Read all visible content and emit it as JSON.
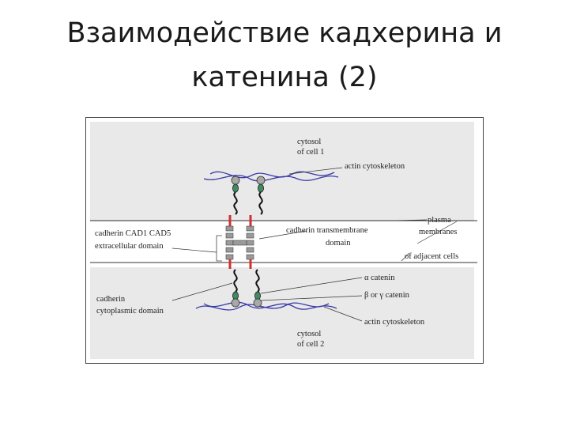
{
  "slide": {
    "title_line1": "Взаимодействие кадхерина и",
    "title_line2": "катенина (2)"
  },
  "figure": {
    "labels": {
      "cytosol_cell1_a": "cytosol",
      "cytosol_cell1_b": "of cell 1",
      "actin_top": "actin cytoskeleton",
      "cadherin_domains": "cadherin CAD1  CAD5",
      "extracellular": "extracellular domain",
      "transmembrane_a": "cadherin transmembrane",
      "transmembrane_b": "domain",
      "plasma_a": "plasma",
      "plasma_b": "membranes",
      "plasma_c": "of adjacent cells",
      "alpha_catenin": "α catenin",
      "beta_catenin": "β or γ catenin",
      "actin_bottom": "actin cytoskeleton",
      "cyto_domain_a": "cadherin",
      "cyto_domain_b": "cytoplasmic domain",
      "cytosol_cell2_a": "cytosol",
      "cytosol_cell2_b": "of cell 2"
    },
    "colors": {
      "cytosol_bg": "#e9e9e9",
      "actin": "#3a3aa8",
      "alpha_catenin": "#a8a8a8",
      "beta_catenin": "#3f8a62",
      "transmembrane": "#d33030"
    }
  }
}
